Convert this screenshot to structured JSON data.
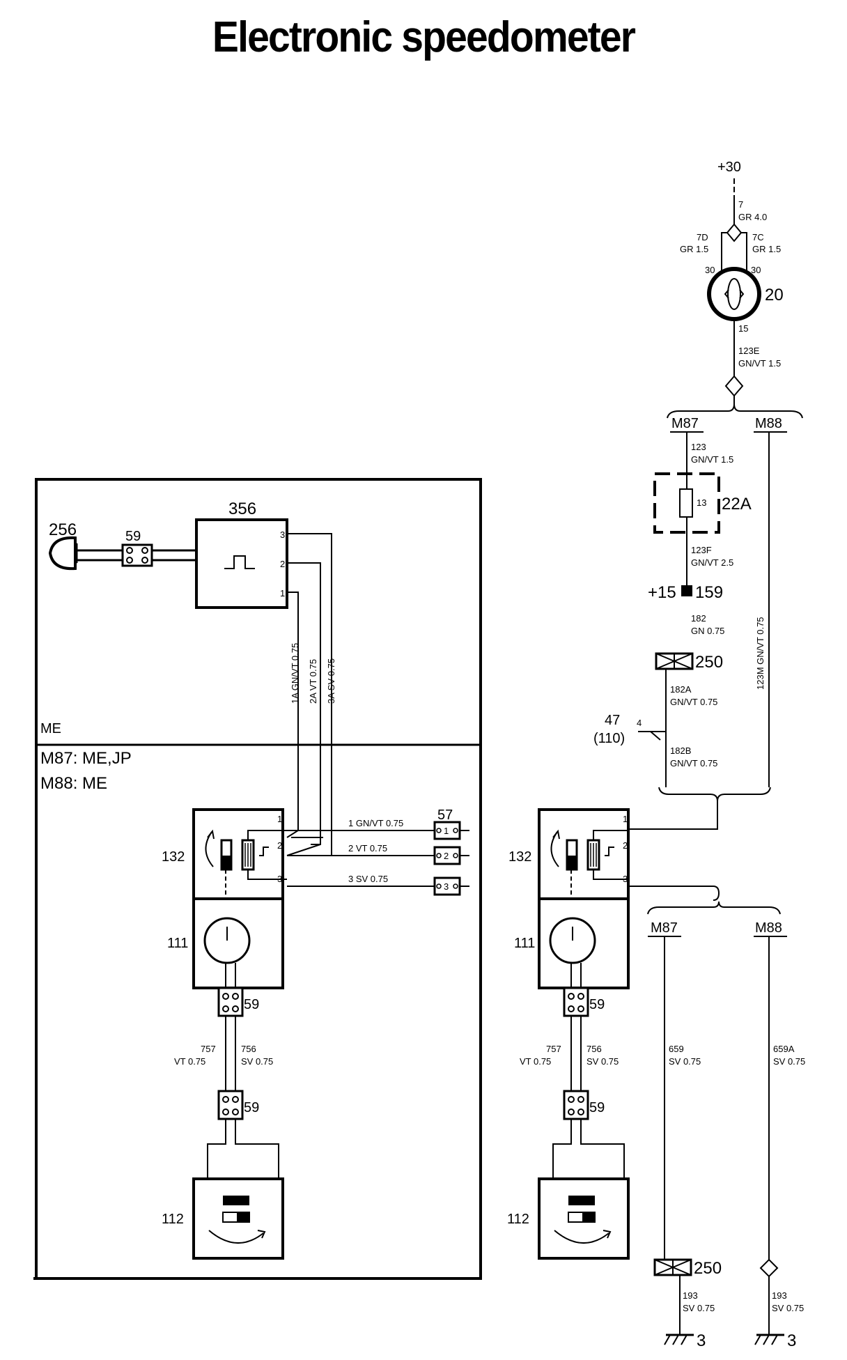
{
  "title": "Electronic speedometer",
  "labels": {
    "plus30": "+30",
    "plus15": "+15",
    "me": "ME",
    "variant1": "M87: ME,JP",
    "variant2": "M88: ME",
    "m87": "M87",
    "m88": "M88",
    "c47": "47",
    "c110": "(110)"
  },
  "components": {
    "ignition_switch": "20",
    "fuse": "22A",
    "fuse_pin": "13",
    "connector_159": "159",
    "connector_250": "250",
    "sensor": "256",
    "connector_59": "59",
    "signal_unit": "356",
    "connector_57": "57",
    "speedometer_coil": "132",
    "instrument": "111",
    "pulse_generator": "112",
    "ground": "3"
  },
  "pins": {
    "p30": "30",
    "p15": "15",
    "p4": "4",
    "p1": "1",
    "p2": "2",
    "p3": "3"
  },
  "wires": {
    "w7_id": "7",
    "w7_spec": "GR 4.0",
    "w7d_id": "7D",
    "w7d_spec": "GR 1.5",
    "w7c_id": "7C",
    "w7c_spec": "GR 1.5",
    "w123e_id": "123E",
    "w123e_spec": "GN/VT 1.5",
    "w123_id": "123",
    "w123_spec": "GN/VT 1.5",
    "w123f_id": "123F",
    "w123f_spec": "GN/VT 2.5",
    "w182_id": "182",
    "w182_spec": "GN 0.75",
    "w182a_id": "182A",
    "w182a_spec": "GN/VT 0.75",
    "w182b_id": "182B",
    "w182b_spec": "GN/VT 0.75",
    "w123m": "123M GN/VT 0.75",
    "w1a": "1A GN/VT 0.75",
    "w2a": "2A VT 0.75",
    "w3a": "3A SV 0.75",
    "w1": "1 GN/VT 0.75",
    "w2": "2 VT 0.75",
    "w3": "3 SV 0.75",
    "w757_id": "757",
    "w757_spec": "VT 0.75",
    "w756_id": "756",
    "w756_spec": "SV 0.75",
    "w659_id": "659",
    "w659_spec": "SV 0.75",
    "w659a_id": "659A",
    "w659a_spec": "SV 0.75",
    "w193_id": "193",
    "w193_spec": "SV 0.75"
  },
  "connector57_pins": [
    "1",
    "2",
    "3"
  ]
}
